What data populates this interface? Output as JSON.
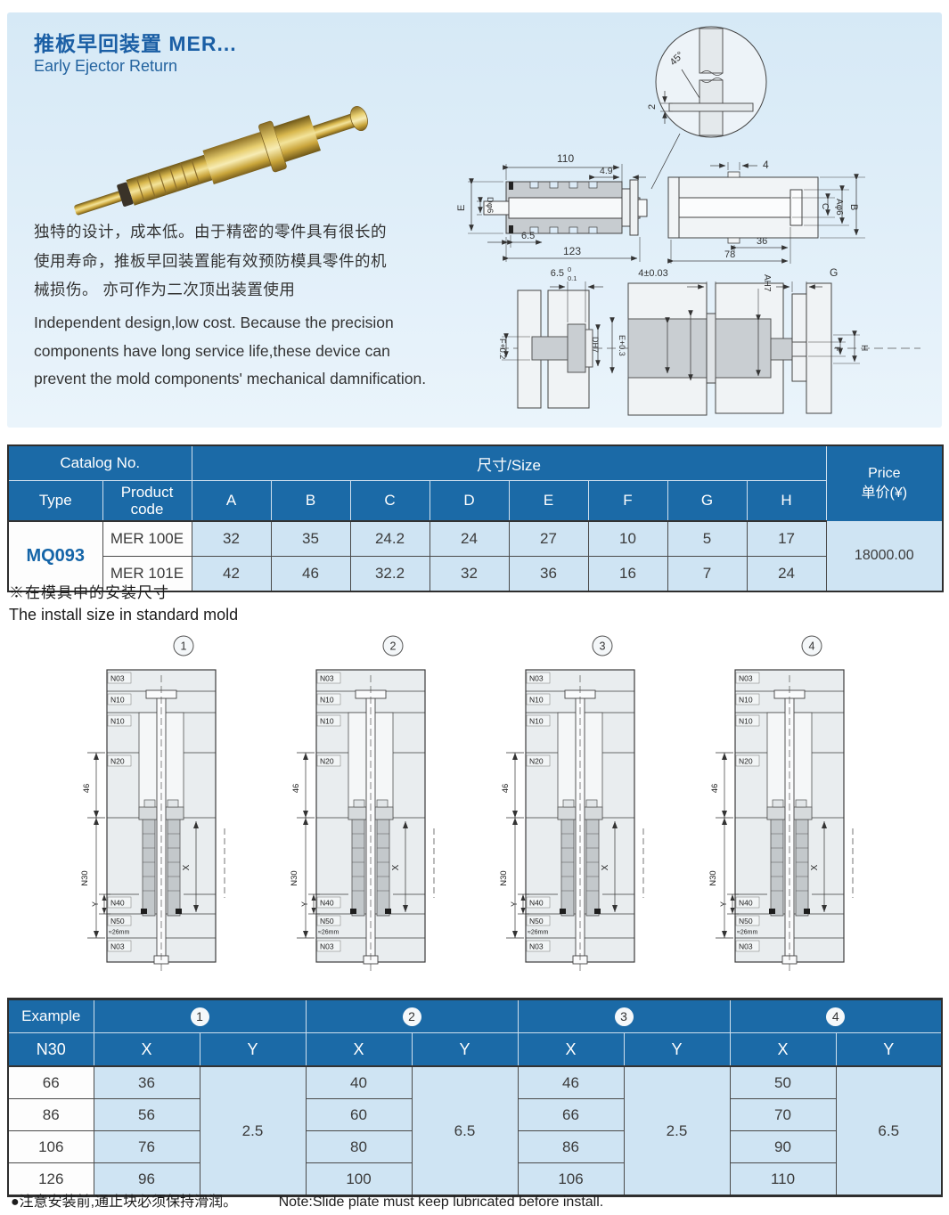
{
  "header": {
    "title_zh": "推板早回装置  MER...",
    "title_en": "Early Ejector Return"
  },
  "intro": {
    "zh": [
      "独特的设计，成本低。由于精密的零件具有很长的",
      "使用寿命，推板早回装置能有效预防模具零件的机",
      "械损伤。 亦可作为二次顶出装置使用"
    ],
    "en": [
      "Independent design,low cost. Because the precision",
      "components have long service life,these device can",
      "prevent the mold components' mechanical damnification."
    ]
  },
  "drawing_pin": {
    "len_110": "110",
    "len_49": "4.9",
    "len_65": "6.5",
    "len_123": "123",
    "notch_4": "4",
    "len_36": "36",
    "len_78": "78",
    "detail_2": "2",
    "detail_45": "45°",
    "dia_e": "E",
    "dia_d": "Dφ6",
    "dia_b": "B",
    "dia_a": "Aφ6",
    "dia_c": "C"
  },
  "drawing_install": {
    "t65": "6.5",
    "t65_up": "0",
    "t65_dn": "0.1",
    "t4": "4±0.03",
    "ah7": "AH7",
    "g": "G",
    "f02": "F+0.2",
    "dh7": "DH7",
    "e03": "E+0.3",
    "f": "F",
    "h": "H"
  },
  "install_note": {
    "zh": "※在模具中的安装尺寸",
    "en": "The install size in standard mold"
  },
  "size_table": {
    "catalog_label": "Catalog No.",
    "size_label": "尺寸/Size",
    "price_label": "Price",
    "price_unit": "单价(¥)",
    "type_label": "Type",
    "code_label": "Product\ncode",
    "letters": [
      "A",
      "B",
      "C",
      "D",
      "E",
      "F",
      "G",
      "H"
    ],
    "type_value": "MQ093",
    "price_value": "18000.00",
    "rows": [
      {
        "code": "MER 100E",
        "values": [
          "32",
          "35",
          "24.2",
          "24",
          "27",
          "10",
          "5",
          "17"
        ]
      },
      {
        "code": "MER 101E",
        "values": [
          "42",
          "46",
          "32.2",
          "32",
          "36",
          "16",
          "7",
          "24"
        ]
      }
    ]
  },
  "diagrams": {
    "numbers": [
      "1",
      "2",
      "3",
      "4"
    ],
    "labels": {
      "n03": "N03",
      "n10": "N10",
      "n10b": "N10",
      "n20": "N20",
      "n40": "N40",
      "n50": "N50",
      "approx": "≈26mm",
      "n03b": "N03",
      "dim46": "46",
      "n30": "N30",
      "x": "X",
      "y": "Y"
    }
  },
  "example_table": {
    "example_label": "Example",
    "n30_label": "N30",
    "x_label": "X",
    "y_label": "Y",
    "groups": [
      {
        "num": "1",
        "y": "2.5"
      },
      {
        "num": "2",
        "y": "6.5"
      },
      {
        "num": "3",
        "y": "2.5"
      },
      {
        "num": "4",
        "y": "6.5"
      }
    ],
    "rows": [
      {
        "n30": "66",
        "x": [
          "36",
          "40",
          "46",
          "50"
        ]
      },
      {
        "n30": "86",
        "x": [
          "56",
          "60",
          "66",
          "70"
        ]
      },
      {
        "n30": "106",
        "x": [
          "76",
          "80",
          "86",
          "90"
        ]
      },
      {
        "n30": "126",
        "x": [
          "96",
          "100",
          "106",
          "110"
        ]
      }
    ]
  },
  "footer": {
    "note_zh": "●注意安装前,通止块必须保持滑润。",
    "note_en": "Note:Slide plate must keep lubricated before install."
  }
}
